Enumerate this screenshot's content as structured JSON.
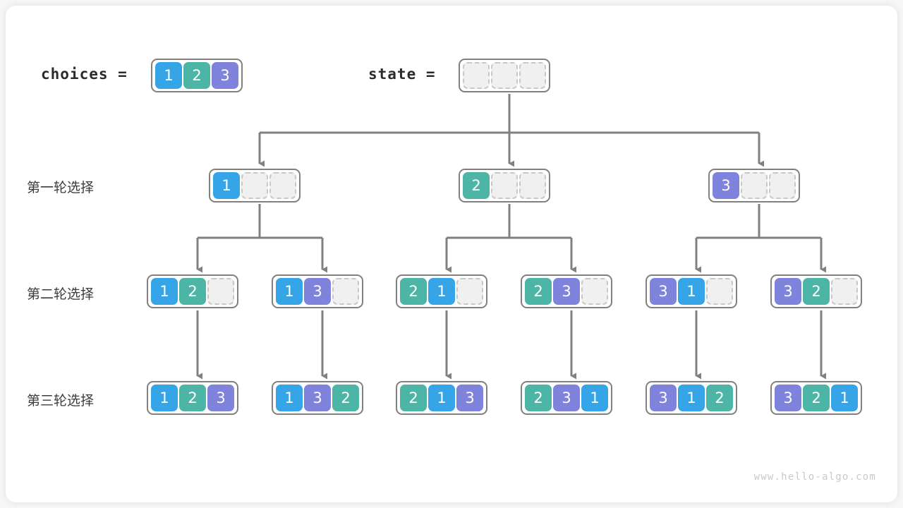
{
  "meta": {
    "watermark": "www.hello-algo.com",
    "colors": {
      "value_1": "#36a5e8",
      "value_2": "#4cb5a5",
      "value_3": "#7f83dc",
      "empty_cell": "#f0f0f0",
      "node_border": "#808080",
      "edge": "#808080",
      "background": "#ffffff"
    }
  },
  "header": {
    "choices_label": "choices  =",
    "choices_values": [
      "1",
      "2",
      "3"
    ],
    "state_label": "state  =",
    "state_values": [
      "",
      "",
      ""
    ]
  },
  "rows": [
    {
      "label": "第一轮选择"
    },
    {
      "label": "第二轮选择"
    },
    {
      "label": "第三轮选择"
    }
  ],
  "tree": {
    "level1": [
      {
        "values": [
          "1",
          "",
          ""
        ]
      },
      {
        "values": [
          "2",
          "",
          ""
        ]
      },
      {
        "values": [
          "3",
          "",
          ""
        ]
      }
    ],
    "level2": [
      {
        "values": [
          "1",
          "2",
          ""
        ]
      },
      {
        "values": [
          "1",
          "3",
          ""
        ]
      },
      {
        "values": [
          "2",
          "1",
          ""
        ]
      },
      {
        "values": [
          "2",
          "3",
          ""
        ]
      },
      {
        "values": [
          "3",
          "1",
          ""
        ]
      },
      {
        "values": [
          "3",
          "2",
          ""
        ]
      }
    ],
    "level3": [
      {
        "values": [
          "1",
          "2",
          "3"
        ]
      },
      {
        "values": [
          "1",
          "3",
          "2"
        ]
      },
      {
        "values": [
          "2",
          "1",
          "3"
        ]
      },
      {
        "values": [
          "2",
          "3",
          "1"
        ]
      },
      {
        "values": [
          "3",
          "1",
          "2"
        ]
      },
      {
        "values": [
          "3",
          "2",
          "1"
        ]
      }
    ]
  }
}
